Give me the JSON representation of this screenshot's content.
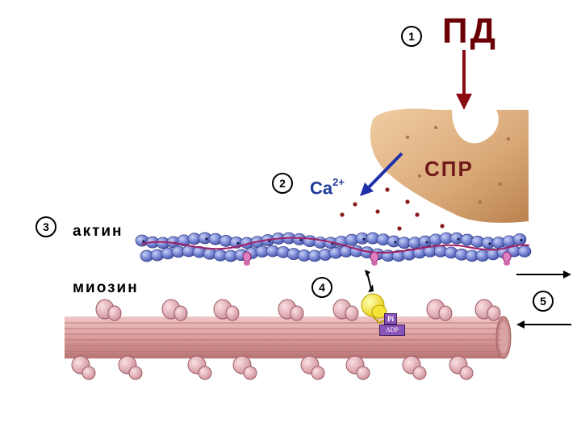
{
  "labels": {
    "action_potential": "ПД",
    "sr": "СПР",
    "calcium": "Ca",
    "calcium_charge": "2+",
    "actin": "актин",
    "myosin": "миозин",
    "phosphate": "Pi",
    "adp": "ADP"
  },
  "steps": [
    "1",
    "2",
    "3",
    "4",
    "5"
  ],
  "colors": {
    "action_potential_arrow": "#8b0a14",
    "sr_body": "#d9a877",
    "calcium_arrow": "#2030a8",
    "calcium_ion": "#8b1a1a",
    "actin_globule": "#6f7fd0",
    "tropomyosin": "#a02066",
    "myosin_filament": "#e0a0a0",
    "myosin_head": "#e8a8b0",
    "atp_head": "#f2e21c",
    "pi_adp": "#8a53b8"
  }
}
